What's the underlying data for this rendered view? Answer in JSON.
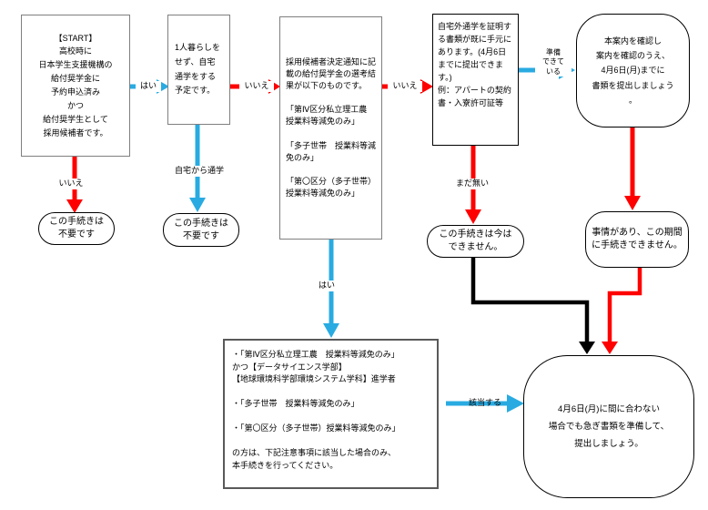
{
  "title": "給付奨学金 自宅外通学 手続きフローチャート",
  "colors": {
    "yes_arrow": "#29abe2",
    "no_arrow": "#ff0000",
    "merge_arrow": "#000000",
    "box_border": "#7f7f7f"
  },
  "nodes": {
    "start": "【START】\n高校時に\n日本学生支援機構の\n給付奨学金に\n予約申込済み\nかつ\n給付奨学生として\n採用候補者です。",
    "commute_plan": "1人暮らしを\nせず、自宅\n通学をする\n予定です。",
    "not_needed_1": "この手続きは\n不要です",
    "not_needed_2": "この手続きは\n不要です",
    "selection_result": "採用候補者決定通知に記載の給付奨学金の選考結果が以下のものです。\n\n「第Ⅳ区分私立理工農\n授業料等減免のみ」\n\n「多子世帯　授業料等減免のみ」\n\n「第〇区分（多子世帯）授業料等減免のみ」",
    "documents_ready": "自宅外通学を証明する書類が既に手元にあります。(4月6日までに提出できます。)\n例：アパートの契約書・入寮許可証等",
    "submit_by_deadline": "本案内を確認し\n案内を確認のうえ、\n4月6日(月)までに\n書類を提出しましょう\n。",
    "cannot_now": "この手続きは今は\nできません。",
    "cannot_period": "事情があり、この期間\nに手続きできません。",
    "conditions_notice": "・「第Ⅳ区分私立理工農　授業料等減免のみ」\nかつ【データサイエンス学部】\n【地球環境科学部環境システム学科】進学者\n\n・「多子世帯　授業料等減免のみ」\n\n・「第〇区分（多子世帯）授業料等減免のみ」\n\nの方は、下記注意事項に該当した場合のみ、\n本手続きを行ってください。",
    "late_submission": "4月6日(月)に間に合わない\n場合でも急ぎ書類を準備して、\n提出しましょう。"
  },
  "labels": {
    "yes_1": "はい",
    "no_1": "いいえ",
    "home_commute": "自宅から通学",
    "no_2": "いいえ",
    "no_3": "いいえ",
    "ready": "準備\nできて\nいる",
    "not_yet": "まだ無い",
    "yes_2": "はい",
    "applies": "該当する"
  }
}
